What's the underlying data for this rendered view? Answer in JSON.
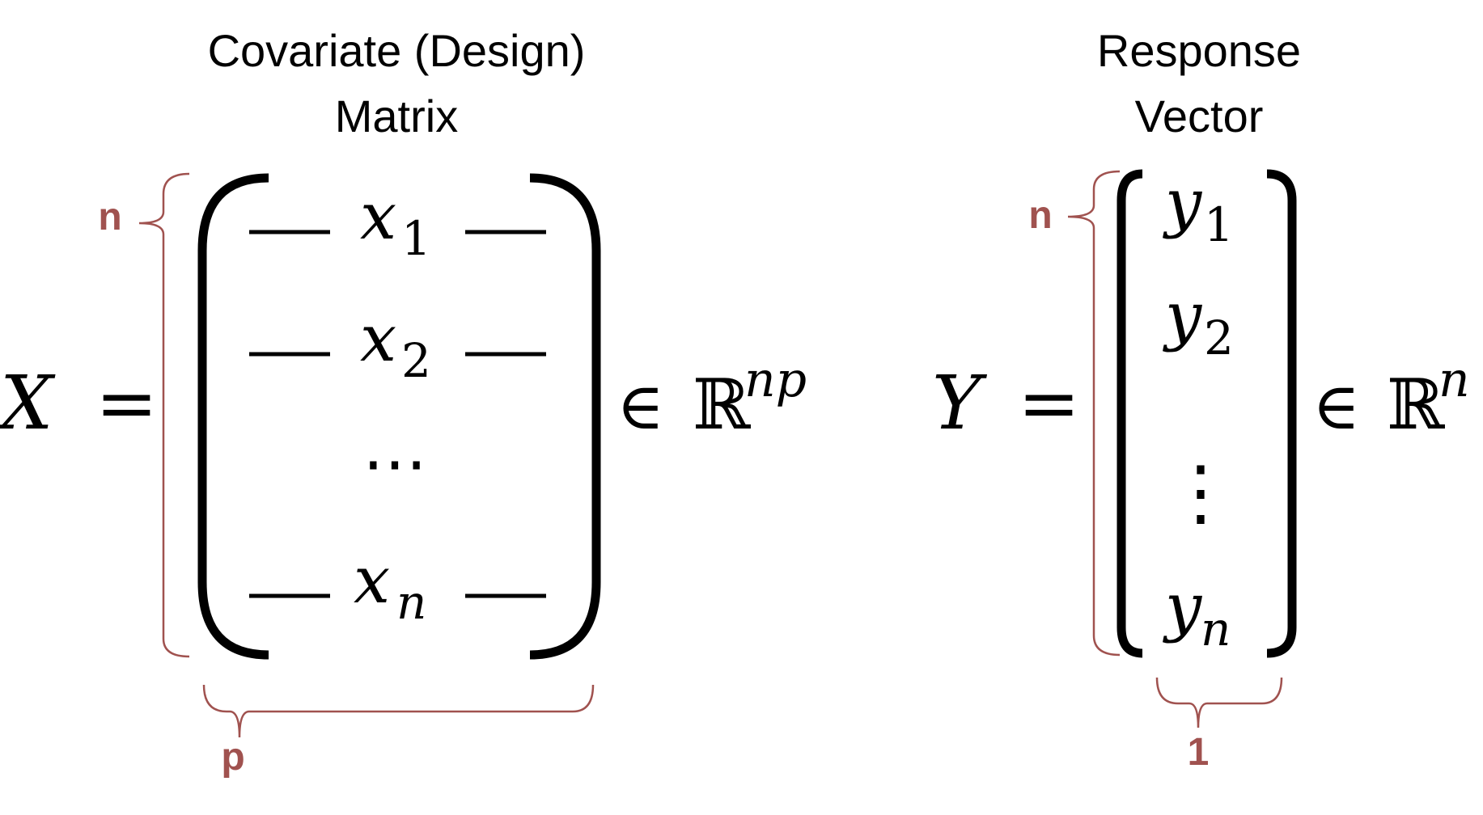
{
  "colors": {
    "ink": "#000000",
    "annotation": "#a0524f",
    "background": "#ffffff"
  },
  "design_matrix": {
    "title_line1": "Covariate (Design)",
    "title_line2": "Matrix",
    "symbol": "X",
    "equals": "=",
    "rows": [
      {
        "var": "x",
        "sub": "1"
      },
      {
        "var": "x",
        "sub": "2"
      },
      {
        "ellipsis": "⋯"
      },
      {
        "var": "x",
        "sub": "n"
      }
    ],
    "row_dash": "—",
    "element_of": "∈",
    "set": "ℝ",
    "set_superscript": "np",
    "rows_dim_label": "n",
    "cols_dim_label": "p"
  },
  "response_vector": {
    "title_line1": "Response",
    "title_line2": "Vector",
    "symbol": "Y",
    "equals": "=",
    "entries": [
      {
        "var": "y",
        "sub": "1"
      },
      {
        "var": "y",
        "sub": "2"
      },
      {
        "ellipsis": "⋮"
      },
      {
        "var": "y",
        "sub": "n"
      }
    ],
    "element_of": "∈",
    "set": "ℝ",
    "set_superscript": "n",
    "rows_dim_label": "n",
    "cols_dim_label": "1"
  }
}
